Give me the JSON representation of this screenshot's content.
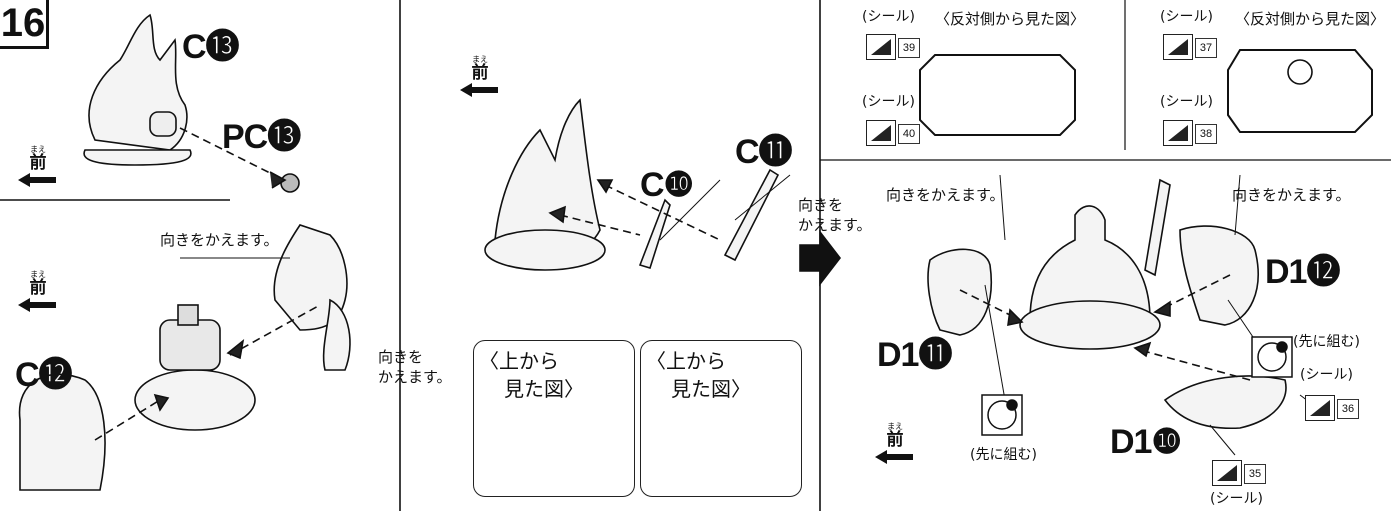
{
  "step_number": "16",
  "parts": {
    "c13": "C⓭",
    "pc13": "PC⓭",
    "c12": "C⓬",
    "c10": "C❿",
    "c11": "C⓫",
    "d1_11": "D1⓫",
    "d1_12": "D1⓬",
    "d1_10": "D1❿"
  },
  "labels": {
    "front": "前",
    "front_ruby": "まえ",
    "turn_around": "向きをかえます。",
    "turn_around_a": "向きを",
    "turn_around_b": "かえます。",
    "top_view_a": "〈上から",
    "top_view_b": "見た図〉",
    "opposite_view": "〈反対側から見た図〉",
    "seal": "(シール)",
    "assemble_first": "(先に組む)"
  },
  "stickers": [
    "39",
    "40",
    "37",
    "38",
    "36",
    "35"
  ],
  "colors": {
    "line": "#111111",
    "fill_part": "#f3f3f3",
    "sticker_mark": "#222222",
    "arrow": "#222222"
  }
}
